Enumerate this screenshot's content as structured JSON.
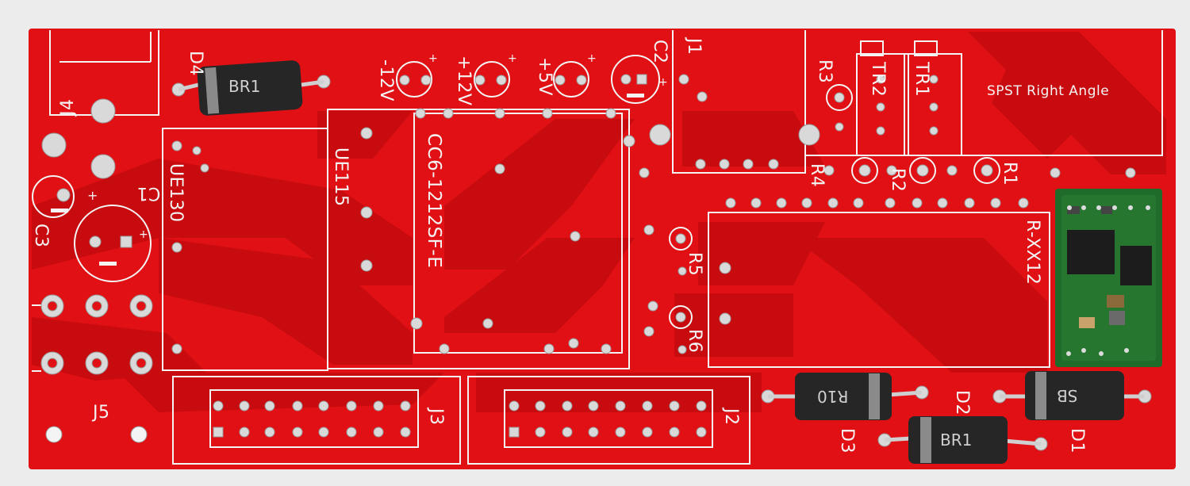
{
  "board": {
    "colors": {
      "soldermask": "#e01014",
      "copper_pour": "#c80c10",
      "silkscreen": "#f4f4f4",
      "pad": "#d9d9d9",
      "diode_body": "#2a2a2a",
      "module_pcb": "#1e6b2a",
      "background": "#ececec"
    },
    "labels": {
      "d4": "D4",
      "j4": "J4",
      "c1": "C1",
      "c2": "C2",
      "c3": "C3",
      "j1": "J1",
      "r3": "R3",
      "tr2": "TR2",
      "tr1": "TR1",
      "spst": "SPST Right Angle",
      "r4": "R4",
      "r2": "R2",
      "r1": "R1",
      "ue130": "UE130",
      "ue115": "UE115",
      "cc6": "CC6-1212SF-E",
      "rxx12": "R-XX12",
      "r5": "R5",
      "r6": "R6",
      "j5": "J5",
      "j3": "J3",
      "j2": "J2",
      "d3": "D3",
      "d2": "D2",
      "d1": "D1",
      "minus12v": "-12V",
      "plus12v": "+12V",
      "plus5v": "+5V"
    },
    "diode_marks": {
      "d4_body": "BR1",
      "d3_body": "R10",
      "d2_body": "BR1",
      "d1_body": "SB"
    }
  }
}
